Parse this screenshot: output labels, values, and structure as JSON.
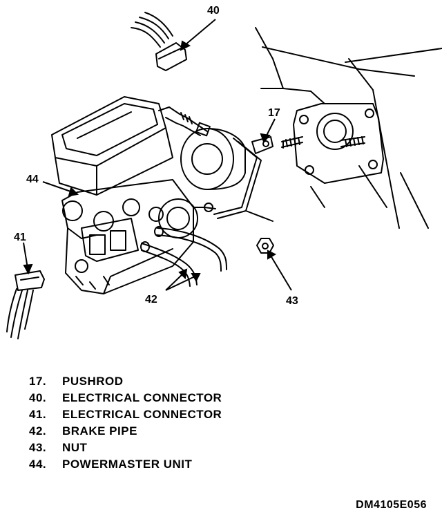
{
  "callouts": {
    "c40": "40",
    "c17": "17",
    "c44": "44",
    "c41": "41",
    "c42": "42",
    "c43": "43"
  },
  "legend": [
    {
      "number": "17.",
      "label": "PUSHROD"
    },
    {
      "number": "40.",
      "label": "ELECTRICAL CONNECTOR"
    },
    {
      "number": "41.",
      "label": "ELECTRICAL CONNECTOR"
    },
    {
      "number": "42.",
      "label": "BRAKE PIPE"
    },
    {
      "number": "43.",
      "label": "NUT"
    },
    {
      "number": "44.",
      "label": "POWERMASTER UNIT"
    }
  ],
  "figure_id": "DM4105E056",
  "colors": {
    "ink": "#000000",
    "paper": "#ffffff"
  }
}
